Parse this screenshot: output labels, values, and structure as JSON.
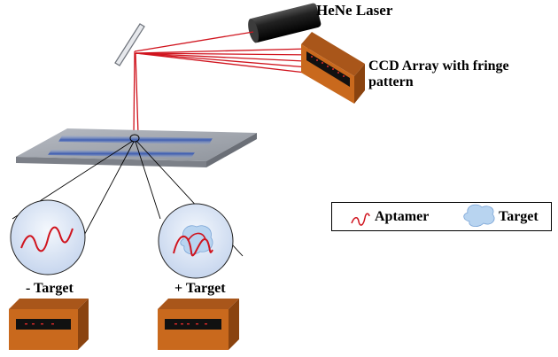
{
  "labels": {
    "laser": "HeNe Laser",
    "ccd": "CCD Array with fringe pattern",
    "minus_target": "- Target",
    "plus_target": "+ Target"
  },
  "legend": {
    "aptamer": "Aptamer",
    "target": "Target"
  },
  "colors": {
    "laser_beam": "#d0141e",
    "detector_wood": "#c9691d",
    "detector_wood_dark": "#9c4d10",
    "chip_gray": "#9a9ea6",
    "waveguide_blue": "#2b4fb0",
    "lens_fill": "#d9e4f4",
    "target_blob": "#b8d4f0",
    "aptamer_red": "#d0141e"
  }
}
